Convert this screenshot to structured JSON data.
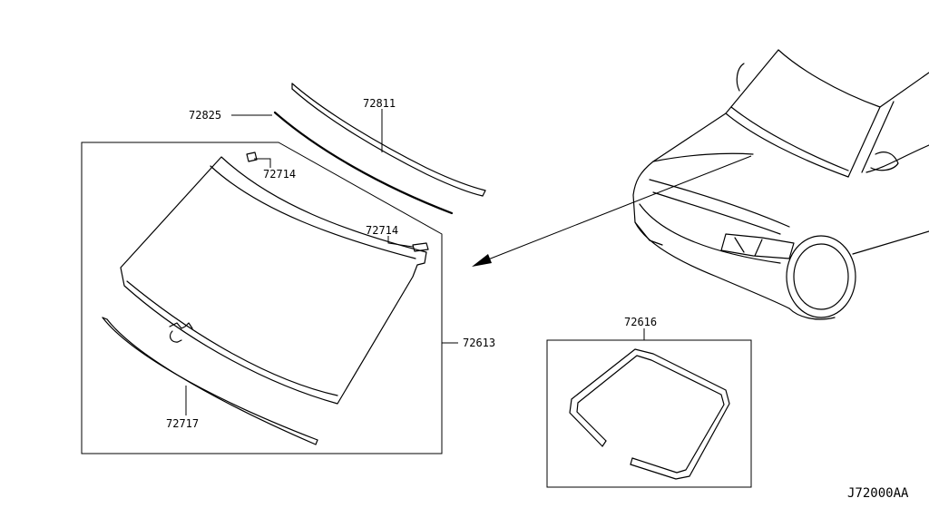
{
  "diagram": {
    "parts": {
      "roof_molding": "72811",
      "upper_seal": "72825",
      "clip_upper": "72714",
      "clip_right": "72714",
      "windshield_glass": "72613",
      "lower_molding": "72717",
      "dam_rubber": "72616"
    },
    "drawing_code": "J72000AA"
  }
}
